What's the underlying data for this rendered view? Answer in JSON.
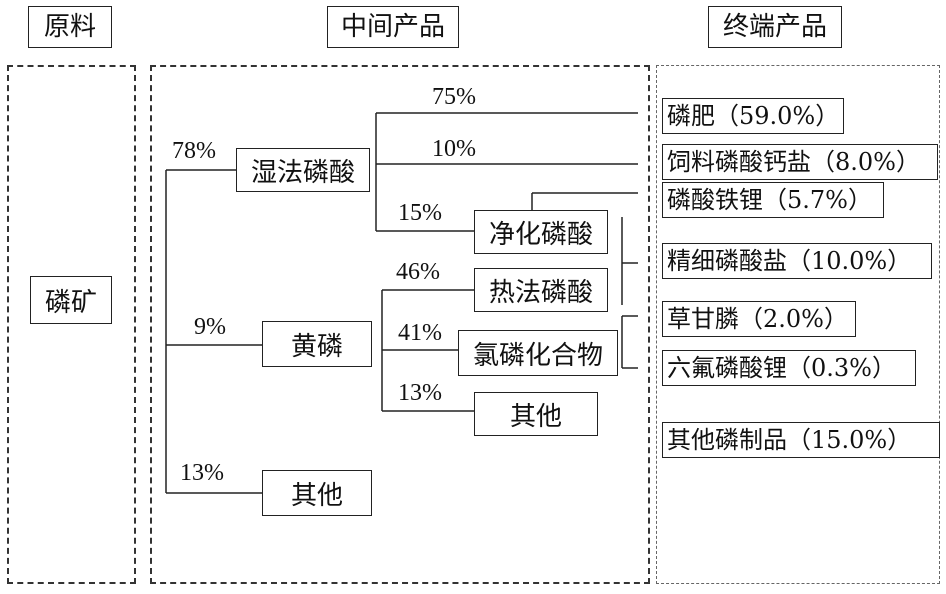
{
  "headers": {
    "raw": "原料",
    "intermediate": "中间产品",
    "terminal": "终端产品"
  },
  "raw_material": "磷矿",
  "intermediates": {
    "wet_acid": "湿法磷酸",
    "yellow_p": "黄磷",
    "other_main": "其他",
    "purified_acid": "净化磷酸",
    "thermal_acid": "热法磷酸",
    "chloride": "氯磷化合物",
    "other_sub": "其他"
  },
  "percentages": {
    "wet_acid": "78%",
    "yellow_p": "9%",
    "other_main": "13%",
    "fertilizer": "75%",
    "feed": "10%",
    "purified": "15%",
    "thermal": "46%",
    "chloride": "41%",
    "other_sub": "13%"
  },
  "terminal_products": [
    "磷肥（59.0%）",
    "饲料磷酸钙盐（8.0%）",
    "磷酸铁锂（5.7%）",
    "精细磷酸盐（10.0%）",
    "草甘膦（2.0%）",
    "六氟磷酸锂（0.3%）",
    "其他磷制品（15.0%）"
  ]
}
